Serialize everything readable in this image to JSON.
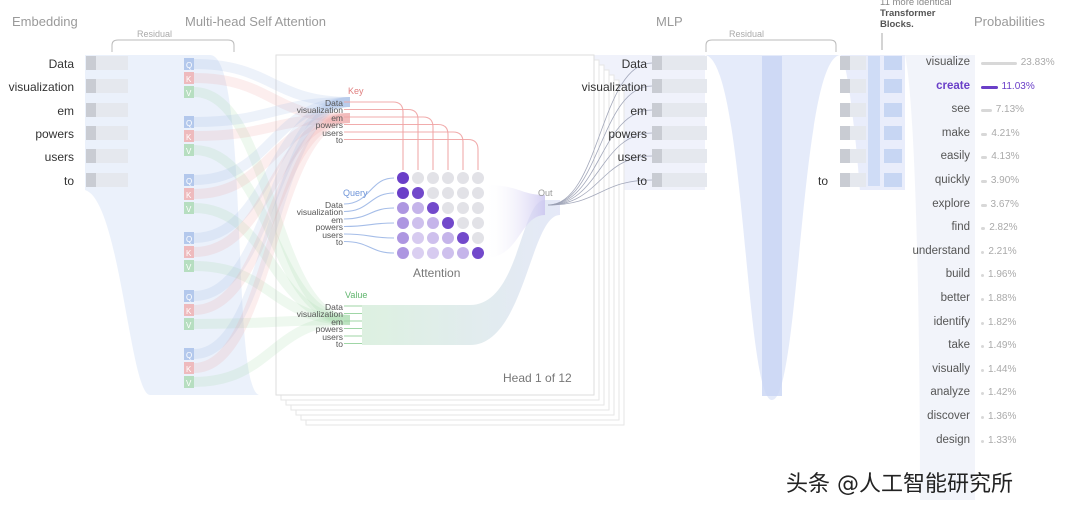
{
  "sections": {
    "embedding": "Embedding",
    "attention": "Multi-head Self Attention",
    "mlp": "MLP",
    "blocks_note_1": "11 more identical",
    "blocks_note_2": "Transformer",
    "blocks_note_3": "Blocks.",
    "probabilities": "Probabilities",
    "residual_left": "Residual",
    "residual_right": "Residual"
  },
  "tokens": [
    "Data",
    "visualization",
    "em",
    "powers",
    "users",
    "to"
  ],
  "last_token": "to",
  "attention_panel": {
    "key_label": "Key",
    "query_label": "Query",
    "value_label": "Value",
    "out_label": "Out",
    "attention_label": "Attention",
    "head_label": "Head 1 of 12"
  },
  "qkv_letters": [
    "Q",
    "K",
    "V"
  ],
  "probabilities": [
    {
      "word": "visualize",
      "value": "23.83%",
      "fraction": 0.2383,
      "selected": false
    },
    {
      "word": "create",
      "value": "11.03%",
      "fraction": 0.1103,
      "selected": true
    },
    {
      "word": "see",
      "value": "7.13%",
      "fraction": 0.0713,
      "selected": false
    },
    {
      "word": "make",
      "value": "4.21%",
      "fraction": 0.0421,
      "selected": false
    },
    {
      "word": "easily",
      "value": "4.13%",
      "fraction": 0.0413,
      "selected": false
    },
    {
      "word": "quickly",
      "value": "3.90%",
      "fraction": 0.039,
      "selected": false
    },
    {
      "word": "explore",
      "value": "3.67%",
      "fraction": 0.0367,
      "selected": false
    },
    {
      "word": "find",
      "value": "2.82%",
      "fraction": 0.0282,
      "selected": false
    },
    {
      "word": "understand",
      "value": "2.21%",
      "fraction": 0.0221,
      "selected": false
    },
    {
      "word": "build",
      "value": "1.96%",
      "fraction": 0.0196,
      "selected": false
    },
    {
      "word": "better",
      "value": "1.88%",
      "fraction": 0.0188,
      "selected": false
    },
    {
      "word": "identify",
      "value": "1.82%",
      "fraction": 0.0182,
      "selected": false
    },
    {
      "word": "take",
      "value": "1.49%",
      "fraction": 0.0149,
      "selected": false
    },
    {
      "word": "visually",
      "value": "1.44%",
      "fraction": 0.0144,
      "selected": false
    },
    {
      "word": "analyze",
      "value": "1.42%",
      "fraction": 0.0142,
      "selected": false
    },
    {
      "word": "discover",
      "value": "1.36%",
      "fraction": 0.0136,
      "selected": false
    },
    {
      "word": "design",
      "value": "1.33%",
      "fraction": 0.0133,
      "selected": false
    }
  ],
  "watermark": "头条 @人工智能研究所",
  "colors": {
    "query": "#9bb6e6",
    "key": "#f0a3a3",
    "value": "#9fd6a6",
    "attention_dark": "#6a3fc8",
    "selected": "#6a3fc8",
    "embedding_band": "#dbe6f7"
  }
}
